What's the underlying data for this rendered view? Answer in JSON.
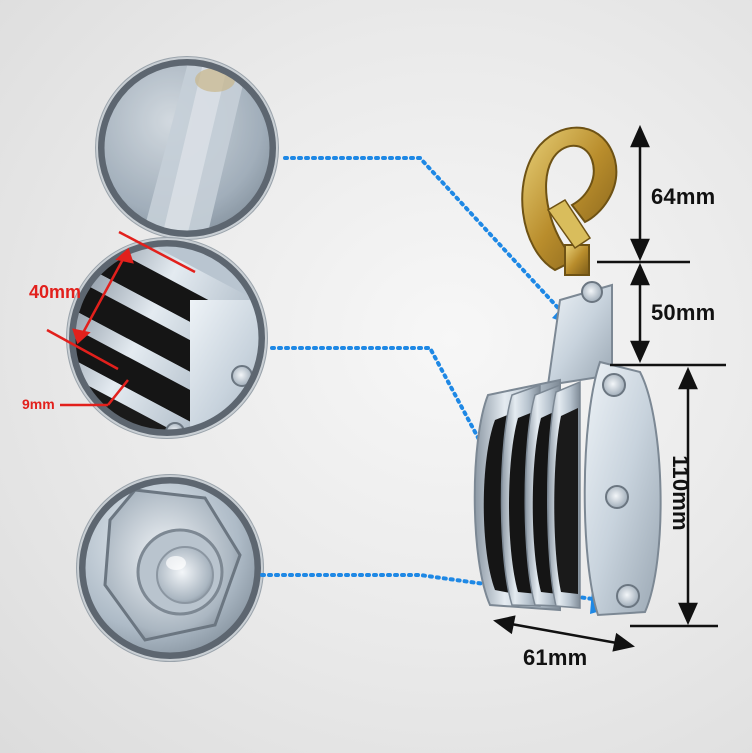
{
  "dimensions": {
    "hook_height": "64mm",
    "shackle_height": "50mm",
    "body_height": "110mm",
    "body_width": "61mm",
    "sheave_width": "40mm",
    "plate_thickness": "9mm"
  },
  "colors": {
    "dimension_line": "#111111",
    "callout_red": "#e2201c",
    "pointer_blue": "#1e88e5",
    "steel": "#c9d3dc",
    "sheave_black": "#151515",
    "hook_gold": "#c8a23a"
  },
  "callouts": [
    {
      "detail": "zinc-plated-plate-closeup",
      "icon": "magnifier-circle"
    },
    {
      "detail": "four-sheave-closeup",
      "icon": "magnifier-circle"
    },
    {
      "detail": "hex-nut-bolt-closeup",
      "icon": "magnifier-circle"
    }
  ]
}
